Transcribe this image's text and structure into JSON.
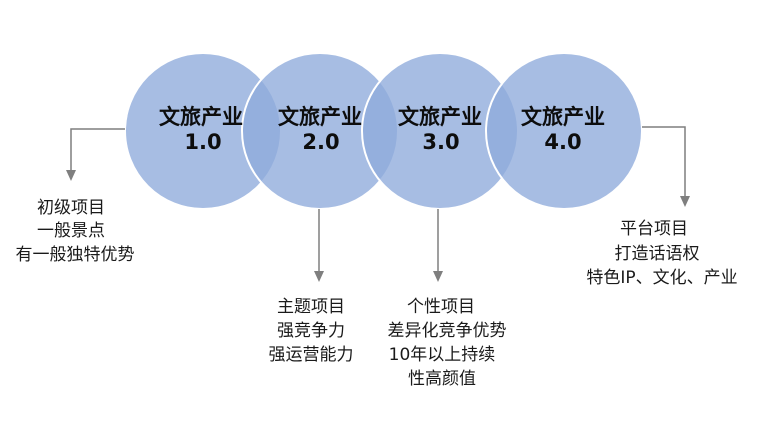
{
  "stages": [
    {
      "title": "文旅产业",
      "version": "1.0",
      "lines": [
        "初级项目",
        "一般景点",
        "有一般独特优势"
      ]
    },
    {
      "title": "文旅产业",
      "version": "2.0",
      "lines": [
        "主题项目",
        "强竞争力",
        "强运营能力"
      ]
    },
    {
      "title": "文旅产业",
      "version": "3.0",
      "lines": [
        "个性项目",
        "差异化竞争优势",
        "10年以上持续",
        "性高颜值"
      ]
    },
    {
      "title": "文旅产业",
      "version": "4.0",
      "lines": [
        "平台项目",
        "打造话语权",
        "特色IP、文化、产业"
      ]
    }
  ],
  "colors": {
    "circle_fill": "#8eaadb",
    "connector": "#7f7f7f"
  }
}
